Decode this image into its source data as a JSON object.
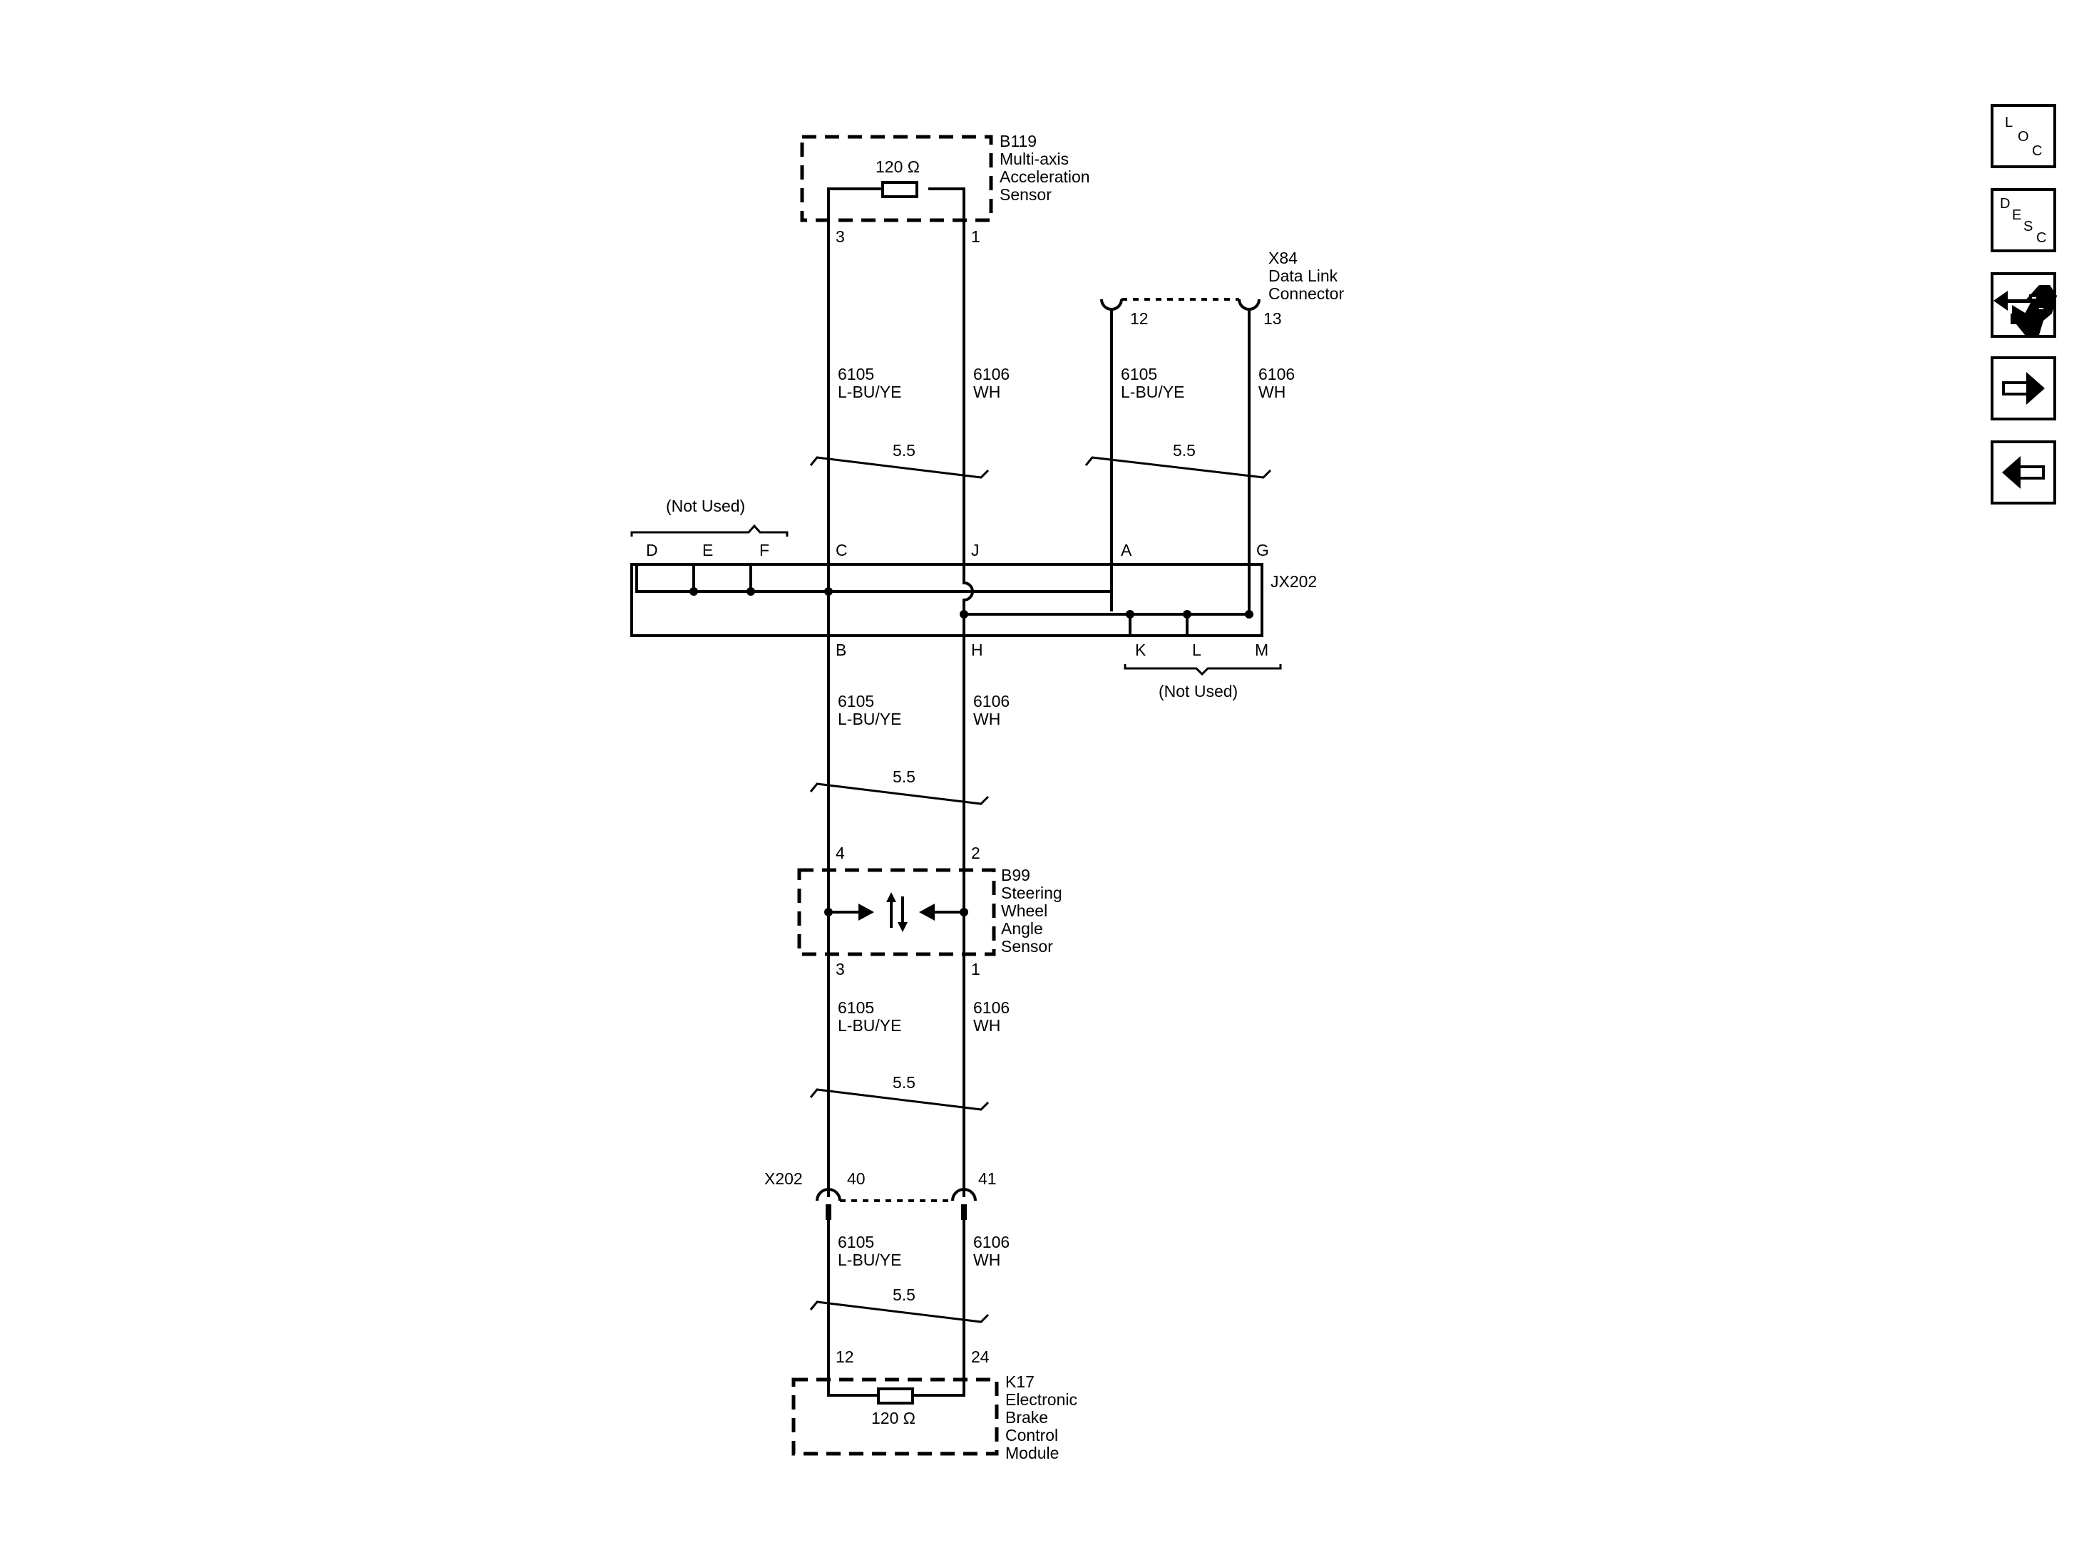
{
  "components": {
    "b119": {
      "id": "B119",
      "line1": "Multi-axis",
      "line2": "Acceleration",
      "line3": "Sensor",
      "resistor": "120 Ω",
      "pin_left": "3",
      "pin_right": "1"
    },
    "x84": {
      "id": "X84",
      "line1": "Data Link",
      "line2": "Connector",
      "pin_left": "12",
      "pin_right": "13"
    },
    "jx202": {
      "id": "JX202",
      "not_used": "(Not Used)",
      "top_pins": [
        "D",
        "E",
        "F",
        "C",
        "J",
        "A",
        "G"
      ],
      "bottom_pins": [
        "B",
        "H",
        "K",
        "L",
        "M"
      ]
    },
    "b99": {
      "id": "B99",
      "line1": "Steering",
      "line2": "Wheel",
      "line3": "Angle",
      "line4": "Sensor",
      "pin_top_left": "4",
      "pin_top_right": "2",
      "pin_bottom_left": "3",
      "pin_bottom_right": "1"
    },
    "x202": {
      "id": "X202",
      "pin_left": "40",
      "pin_right": "41"
    },
    "k17": {
      "id": "K17",
      "line1": "Electronic",
      "line2": "Brake",
      "line3": "Control",
      "line4": "Module",
      "resistor": "120 Ω",
      "pin_left": "12",
      "pin_right": "24"
    }
  },
  "wires": {
    "left": {
      "circuit": "6105",
      "color": "L-BU/YE"
    },
    "right": {
      "circuit": "6106",
      "color": "WH"
    },
    "twist": "5.5"
  },
  "nav": [
    {
      "name": "loc-button",
      "letters": [
        "L",
        "O",
        "C"
      ]
    },
    {
      "name": "desc-button",
      "letters": [
        "D",
        "E",
        "S",
        "C"
      ]
    },
    {
      "name": "connector-info-button"
    },
    {
      "name": "next-arrow-button"
    },
    {
      "name": "prev-arrow-button"
    }
  ],
  "colors": {
    "ink": "#000000",
    "background": "#ffffff"
  }
}
